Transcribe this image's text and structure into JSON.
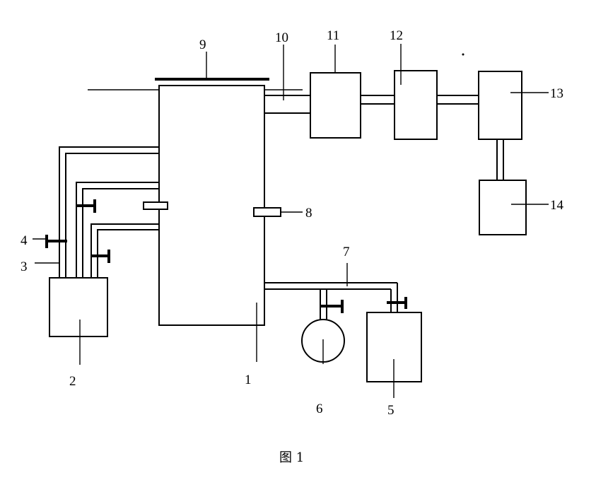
{
  "figure": {
    "labels": {
      "l1": "1",
      "l2": "2",
      "l3": "3",
      "l4": "4",
      "l5": "5",
      "l6": "6",
      "l7": "7",
      "l8": "8",
      "l9": "9",
      "l10": "10",
      "l11": "11",
      "l12": "12",
      "l13": "13",
      "l14": "14"
    },
    "caption": "图 1"
  }
}
